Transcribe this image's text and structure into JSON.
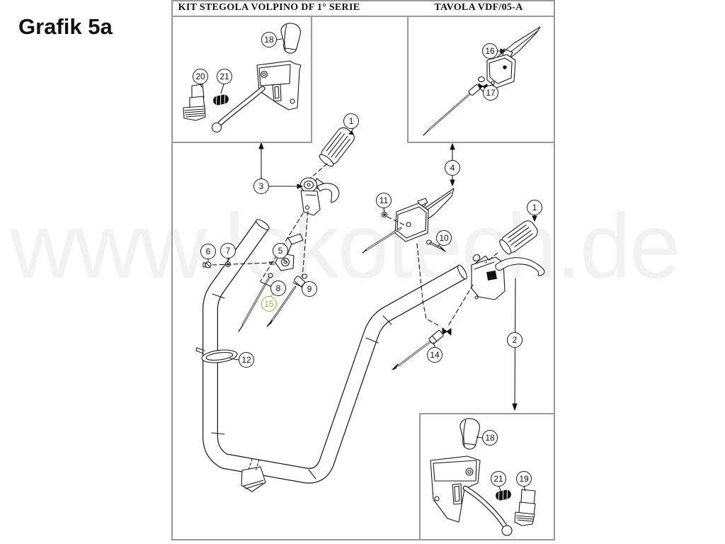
{
  "page": {
    "graphic_label": "Grafik 5a"
  },
  "titlebar": {
    "kit_title": "KIT STEGOLA VOLPINO DF 1° SERIE",
    "table_title": "TAVOLA VDF/05-A"
  },
  "watermark": {
    "text": "www.lokotech.de"
  },
  "colors": {
    "line": "#1a1a1a",
    "frame_border": "#9a9a9a",
    "highlight_callout": "#b3a62c",
    "watermark": "#f2f2f2"
  },
  "callouts": {
    "c1a": "1",
    "c1b": "1",
    "c2": "2",
    "c3": "3",
    "c4": "4",
    "c5": "5",
    "c6": "6",
    "c7": "7",
    "c8": "8",
    "c9": "9",
    "c10": "10",
    "c11": "11",
    "c12": "12",
    "c14": "14",
    "c15": "15",
    "c16": "16",
    "c17": "17",
    "c18a": "18",
    "c18b": "18",
    "c19": "19",
    "c20": "20",
    "c21a": "21",
    "c21b": "21"
  }
}
